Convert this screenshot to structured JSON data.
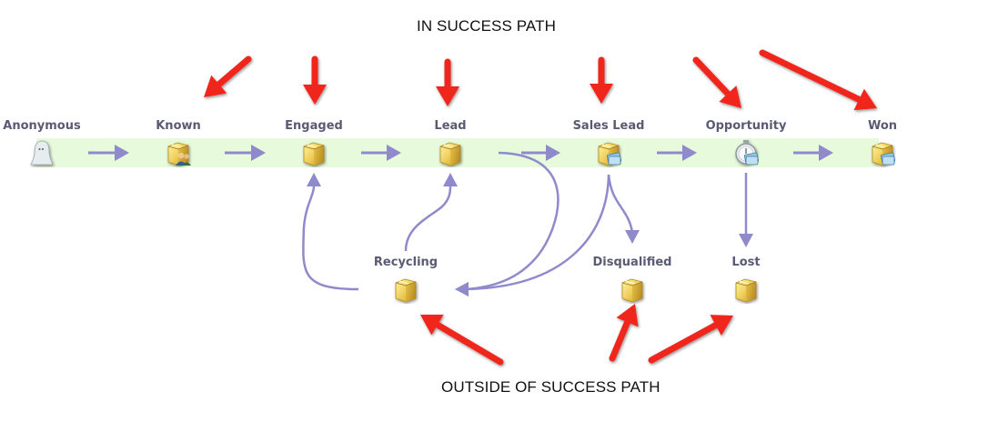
{
  "captions": {
    "top": "IN SUCCESS PATH",
    "bottom": "OUTSIDE OF SUCCESS PATH"
  },
  "colors": {
    "success_band": "#e8fadc",
    "flow_arrow": "#8f8acb",
    "callout_arrow": "#f0281e",
    "label_text": "#5a5a72"
  },
  "nodes": [
    {
      "id": "anonymous",
      "label": "Anonymous",
      "icon": "ghost-icon",
      "path": "success"
    },
    {
      "id": "known",
      "label": "Known",
      "icon": "box-with-people-icon",
      "path": "success"
    },
    {
      "id": "engaged",
      "label": "Engaged",
      "icon": "box-icon",
      "path": "success"
    },
    {
      "id": "lead",
      "label": "Lead",
      "icon": "box-icon",
      "path": "success"
    },
    {
      "id": "sales_lead",
      "label": "Sales Lead",
      "icon": "box-with-cards-icon",
      "path": "success"
    },
    {
      "id": "opportunity",
      "label": "Opportunity",
      "icon": "stopwatch-with-cards-icon",
      "path": "success"
    },
    {
      "id": "won",
      "label": "Won",
      "icon": "box-with-cards-icon",
      "path": "success"
    },
    {
      "id": "recycling",
      "label": "Recycling",
      "icon": "box-icon",
      "path": "outside"
    },
    {
      "id": "disqualified",
      "label": "Disqualified",
      "icon": "box-icon",
      "path": "outside"
    },
    {
      "id": "lost",
      "label": "Lost",
      "icon": "box-icon",
      "path": "outside"
    }
  ],
  "edges": [
    {
      "from": "anonymous",
      "to": "known"
    },
    {
      "from": "known",
      "to": "engaged"
    },
    {
      "from": "engaged",
      "to": "lead"
    },
    {
      "from": "lead",
      "to": "sales_lead"
    },
    {
      "from": "sales_lead",
      "to": "opportunity"
    },
    {
      "from": "opportunity",
      "to": "won"
    },
    {
      "from": "lead",
      "to": "recycling"
    },
    {
      "from": "sales_lead",
      "to": "recycling"
    },
    {
      "from": "sales_lead",
      "to": "disqualified"
    },
    {
      "from": "opportunity",
      "to": "lost"
    },
    {
      "from": "recycling",
      "to": "engaged"
    },
    {
      "from": "recycling",
      "to": "lead"
    }
  ],
  "callouts": {
    "in_success_path_targets": [
      "known",
      "engaged",
      "lead",
      "sales_lead",
      "opportunity",
      "won"
    ],
    "outside_success_path_targets": [
      "recycling",
      "disqualified",
      "lost"
    ]
  }
}
